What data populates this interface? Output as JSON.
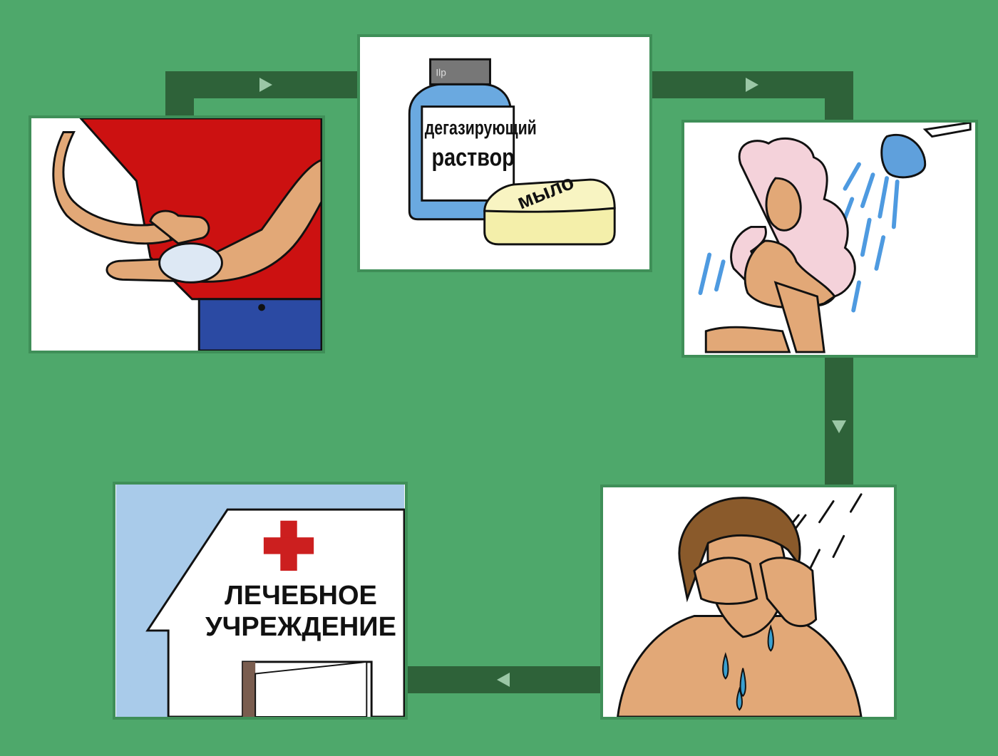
{
  "cards": {
    "solution": {
      "bottle_text_line1": "дегазирующий",
      "bottle_text_line2": "раствор",
      "soap_text": "мыло"
    },
    "hospital": {
      "sign_line1": "ЛЕЧЕБНОЕ",
      "sign_line2": "УЧРЕЖДЕНИЕ"
    }
  },
  "colors": {
    "background": "#4ea86b",
    "connector": "#2e6239",
    "arrow": "#9bc7a6",
    "cross": "#cc1f1f",
    "shirt": "#cc1111",
    "bottle": "#6aa9e0",
    "soap": "#f4efaa"
  },
  "icons": [
    "wipe-skin-icon",
    "decontaminant-and-soap-icon",
    "shower-icon",
    "wash-eyes-icon",
    "hospital-icon"
  ]
}
